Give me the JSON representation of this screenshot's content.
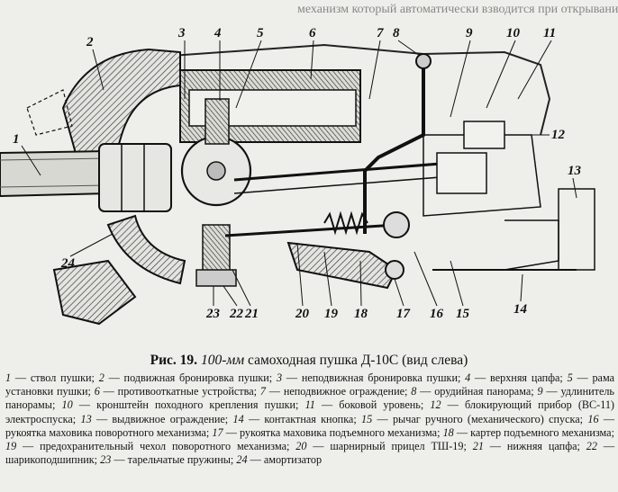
{
  "figure": {
    "number_labels": [
      "1",
      "2",
      "3",
      "4",
      "5",
      "6",
      "7",
      "8",
      "9",
      "10",
      "11",
      "12",
      "13",
      "14",
      "15",
      "16",
      "17",
      "18",
      "19",
      "20",
      "21",
      "22",
      "23",
      "24"
    ],
    "top_text_fragment": "механизм  который  автоматически  взводится  при  открывании"
  },
  "caption": {
    "label": "Рис. 19.",
    "caliber": "100-мм",
    "text": "самоходная пушка Д-10С (вид слева)"
  },
  "legend": {
    "items": [
      {
        "n": "1",
        "t": "ствол пушки;"
      },
      {
        "n": "2",
        "t": "подвижная бронировка пушки;"
      },
      {
        "n": "3",
        "t": "неподвижная бронировка пушки;"
      },
      {
        "n": "4",
        "t": "верхняя цапфа;"
      },
      {
        "n": "5",
        "t": "рама установки пушки;"
      },
      {
        "n": "6",
        "t": "противооткатные устройства;"
      },
      {
        "n": "7",
        "t": "неподвижное ограждение;"
      },
      {
        "n": "8",
        "t": "орудийная панорама;"
      },
      {
        "n": "9",
        "t": "удлинитель панорамы;"
      },
      {
        "n": "10",
        "t": "кронштейн походного крепления пушки;"
      },
      {
        "n": "11",
        "t": "боковой уровень;"
      },
      {
        "n": "12",
        "t": "блокирующий прибор (ВС-11) электроспуска;"
      },
      {
        "n": "13",
        "t": "выдвижное ограждение;"
      },
      {
        "n": "14",
        "t": "контактная кнопка;"
      },
      {
        "n": "15",
        "t": "рычаг ручного (механического) спуска;"
      },
      {
        "n": "16",
        "t": "рукоятка маховика поворотного механизма;"
      },
      {
        "n": "17",
        "t": "рукоятка маховика подъемного механизма;"
      },
      {
        "n": "18",
        "t": "картер подъемного механизма;"
      },
      {
        "n": "19",
        "t": "предохранительный чехол поворотного механизма;"
      },
      {
        "n": "20",
        "t": "шарнирный прицел ТШ-19;"
      },
      {
        "n": "21",
        "t": "нижняя цапфа;"
      },
      {
        "n": "22",
        "t": "шарикоподшипник;"
      },
      {
        "n": "23",
        "t": "тарельчатые пружины;"
      },
      {
        "n": "24",
        "t": "амортизатор"
      }
    ]
  }
}
